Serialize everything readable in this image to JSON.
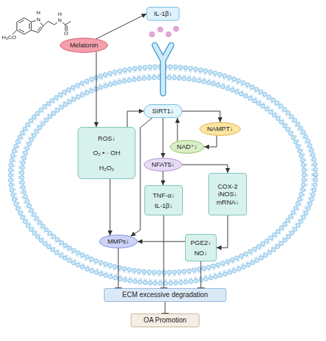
{
  "diagram": {
    "nodes": [
      {
        "text": [
          "Melatonin"
        ]
      },
      {
        "text": [
          "IL-1β↓"
        ]
      },
      {
        "text": [
          "SIRT1↓"
        ]
      },
      {
        "text": [
          "NAMPT↓"
        ]
      },
      {
        "text": [
          "NAD⁺↓"
        ]
      },
      {
        "text": [
          "ROS↓",
          "O₂ • · OH",
          "H₂O₂"
        ]
      },
      {
        "text": [
          "NFAT5↓"
        ]
      },
      {
        "text": [
          "TNF-α↓",
          "IL-1β↓"
        ]
      },
      {
        "text": [
          "COX-2 iNOS↓ mRNA↓"
        ]
      },
      {
        "text": [
          "MMPs↓"
        ]
      },
      {
        "text": [
          "PGE2↓",
          "NO↓"
        ]
      },
      {
        "text": [
          "ECM excessive degradation"
        ]
      },
      {
        "text": [
          "OA Promotion"
        ]
      }
    ],
    "edges": [
      {
        "from": 0,
        "to": 1,
        "arrow": "to"
      },
      {
        "from": 0,
        "to": 5,
        "arrow": "to"
      },
      {
        "from": 5,
        "to": 2,
        "arrow": "to"
      },
      {
        "from": 5,
        "to": 9,
        "arrow": "to"
      },
      {
        "from": 2,
        "to": 3,
        "arrow": "to"
      },
      {
        "from": 3,
        "to": 4,
        "arrow": "to"
      },
      {
        "from": 4,
        "to": 2,
        "arrow": "to"
      },
      {
        "from": 2,
        "to": 6,
        "arrow": "to"
      },
      {
        "from": 2,
        "to": 9,
        "arrow": "to"
      },
      {
        "from": 6,
        "to": 7,
        "arrow": "to"
      },
      {
        "from": 6,
        "to": 8,
        "arrow": "to"
      },
      {
        "from": 8,
        "to": 10,
        "arrow": "to"
      },
      {
        "from": 10,
        "to": 9,
        "arrow": "to"
      },
      {
        "from": 9,
        "to": 11,
        "arrow": "to"
      },
      {
        "from": 7,
        "to": 11,
        "arrow": "to"
      },
      {
        "from": 10,
        "to": 11,
        "arrow": "to"
      },
      {
        "from": 11,
        "to": 12,
        "arrow": "to"
      }
    ],
    "labels": [
      "H",
      "N",
      "H₃CO",
      "N",
      "H",
      "O"
    ]
  }
}
